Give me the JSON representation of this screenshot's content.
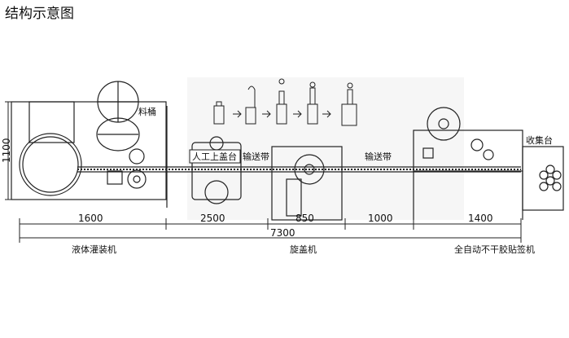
{
  "title": "结构示意图",
  "labels": {
    "hopper": "料桶",
    "manual_cap": "人工上盖台",
    "conveyor_1": "输送带",
    "conveyor_2": "输送带",
    "collect": "收集台"
  },
  "dims": {
    "height": "1100",
    "seg_1": "1600",
    "seg_2": "2500",
    "seg_3": "850",
    "seg_4": "1000",
    "seg_5": "1400",
    "total": "7300"
  },
  "machines": {
    "filler": "液体灌装机",
    "capper": "旋盖机",
    "labeler": "全自动不干胶贴签机"
  },
  "colors": {
    "line": "#222222",
    "background": "#ffffff",
    "panel": "#f4f4f4"
  }
}
